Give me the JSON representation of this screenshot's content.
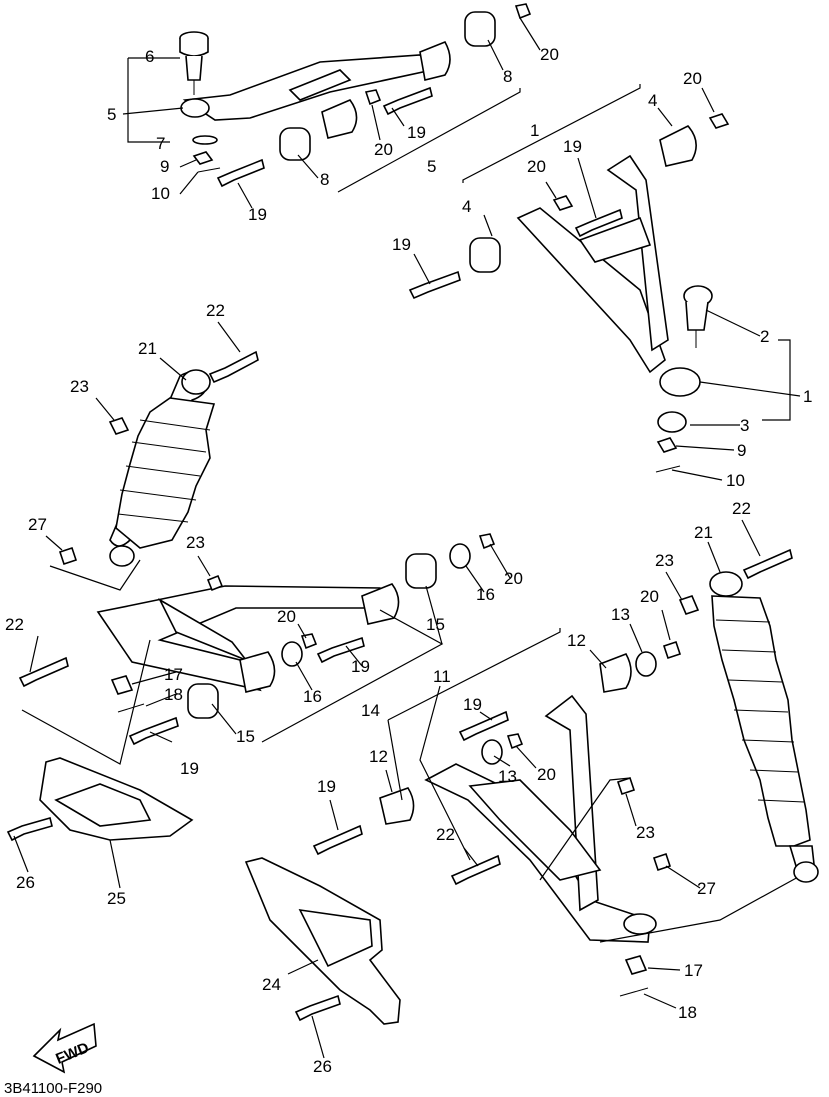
{
  "diagram": {
    "code": "3B41100-F290",
    "fwd": "FWD",
    "callouts": [
      "1",
      "2",
      "3",
      "4",
      "5",
      "6",
      "7",
      "8",
      "9",
      "10",
      "11",
      "12",
      "13",
      "14",
      "15",
      "16",
      "17",
      "18",
      "19",
      "20",
      "21",
      "22",
      "23",
      "24",
      "25",
      "26",
      "27"
    ]
  }
}
